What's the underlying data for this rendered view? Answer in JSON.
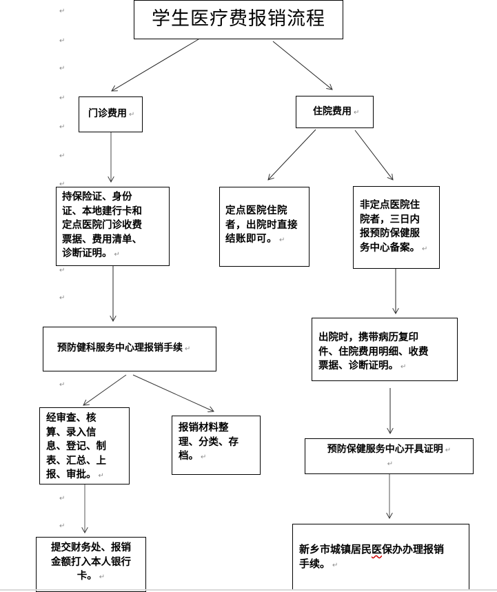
{
  "title": "学生医疗费报销流程",
  "paragraph_mark": "↵",
  "nodes": {
    "outpatient": "门诊费用",
    "inpatient": "住院费用",
    "outpatient_docs": "持保险证、身份证、本地建行卡和定点医院门诊收费票据、费用清单、诊断证明。",
    "outpatient_docs_lines": [
      "持保险证、身份",
      "证、本地建行卡和",
      "定点医院门诊收费",
      "票据、费用清单、",
      "诊断证明。"
    ],
    "designated_hospital_lines": [
      "定点医院住院",
      "者，出院时直接",
      "结账即可。"
    ],
    "non_designated_hospital_lines": [
      "非定点医院住",
      "院者，三日内",
      "报预防保健服",
      "务中心备案。"
    ],
    "prevention_procedure": "预防健科服务中心理报销手续",
    "discharge_docs_lines": [
      "出院时，携带病历复印",
      "件、住院费用明细、收费",
      "票据、诊断证明。"
    ],
    "review_lines": [
      "经审查、核",
      "算、录入信",
      "息、登记、制",
      "表、汇总、上",
      "报、审批。"
    ],
    "archive_lines": [
      "报销材料整",
      "理、分类、存",
      "档。"
    ],
    "certificate": "预防保健服务中心开具证明",
    "finance_lines": [
      "提交财务处、报销",
      "金额打入本人银行",
      "卡。"
    ],
    "xinxiang_lines": {
      "before_squiggle": "新乡市城镇居民",
      "squiggle_word": "医",
      "after_squiggle": "保办办理报销",
      "line2": "手续。"
    }
  },
  "edges": [
    {
      "from": "title",
      "to": "outpatient"
    },
    {
      "from": "title",
      "to": "inpatient"
    },
    {
      "from": "outpatient",
      "to": "outpatient_docs"
    },
    {
      "from": "inpatient",
      "to": "designated_hospital"
    },
    {
      "from": "inpatient",
      "to": "non_designated_hospital"
    },
    {
      "from": "outpatient_docs",
      "to": "prevention_procedure"
    },
    {
      "from": "non_designated_hospital",
      "to": "discharge_docs"
    },
    {
      "from": "prevention_procedure",
      "to": "review"
    },
    {
      "from": "prevention_procedure",
      "to": "archive"
    },
    {
      "from": "discharge_docs",
      "to": "certificate"
    },
    {
      "from": "review",
      "to": "finance"
    },
    {
      "from": "certificate",
      "to": "xinxiang"
    }
  ],
  "colors": {
    "line": "#000000",
    "arrow": "#333333",
    "paragraph_mark": "#8a8a8a",
    "spellcheck": "#d00000"
  }
}
